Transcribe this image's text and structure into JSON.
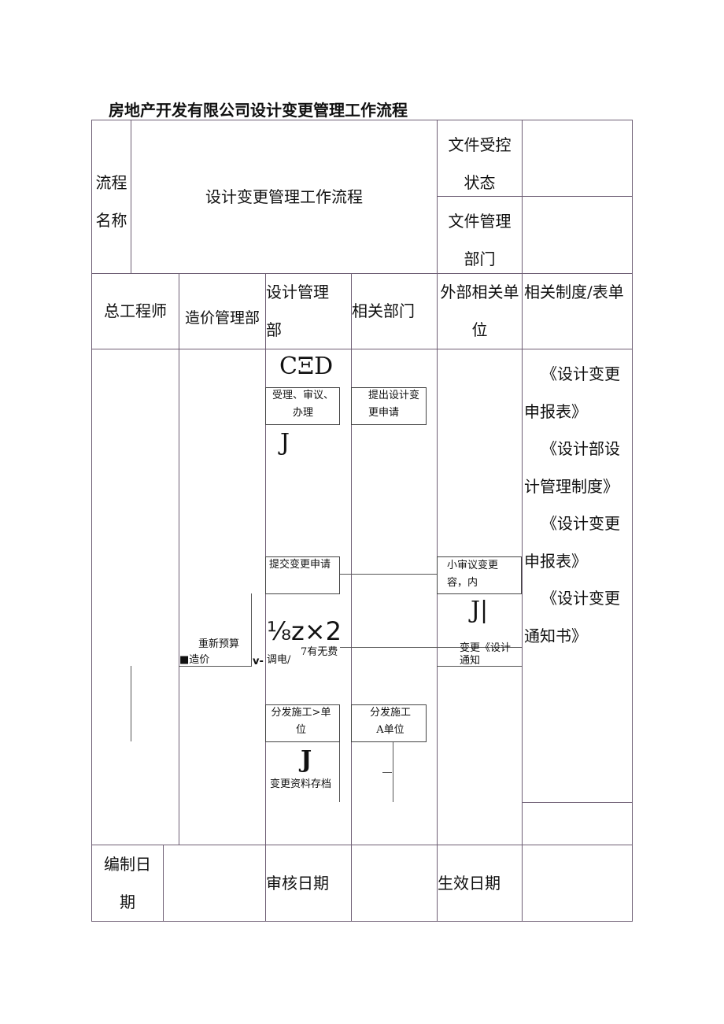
{
  "doc_title": "房地产开发有限公司设计变更管理工作流程",
  "header": {
    "name_label": "流程名称",
    "name_value": "设计变更管理工作流程",
    "control_label": "文件受控状态",
    "control_value": "",
    "dept_label": "文件管理部门",
    "dept_value": ""
  },
  "columns": [
    "总工程师",
    "造价管理部",
    "设计管理部",
    "相关部门",
    "外部相关单位",
    "相关制度/表单"
  ],
  "flow": {
    "symbol_top": "CΞD",
    "accept": "受理、审议、办理",
    "propose": "提出设计变更申请",
    "arrow1": "J",
    "submit": "提交变更申请",
    "review": "小审议变更容，内",
    "arrow2": "J|",
    "budget": "重新预算",
    "cost": "■造价",
    "cost_mark": "v-",
    "decision_glyph": "⅛z×2",
    "decision_text": "7有无费",
    "decision_text2": "调电/",
    "issue_notice": "变更《设计通知",
    "dist1": "分发施工>单位",
    "dist2": "分发施工A单位",
    "arrow3": "J",
    "archive": "变更资料存档"
  },
  "forms": [
    "《设计变更申报表》",
    "《设计部设计管理制度》",
    "《设计变更申报表》",
    "《设计变更通知书》"
  ],
  "footer": {
    "compile_label": "编制日期",
    "review_label": "审核日期",
    "effective_label": "生效日期"
  }
}
